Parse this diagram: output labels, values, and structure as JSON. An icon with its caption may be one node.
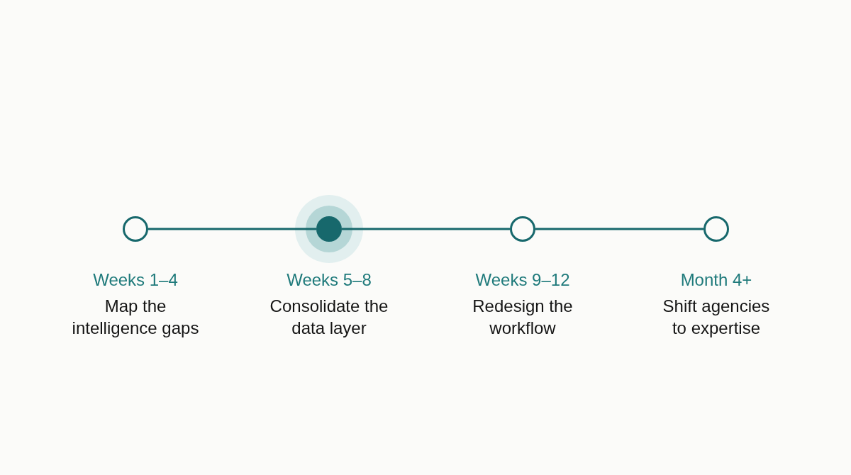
{
  "diagram": {
    "nodes": [
      {
        "text": [],
        "shape": "circle",
        "beside": [
          "Weeks 1–4",
          "Map the intelligence gaps"
        ]
      },
      {
        "text": [],
        "shape": "dot",
        "beside": [
          "Weeks 5–8",
          "Consolidate the data layer"
        ]
      },
      {
        "text": [],
        "shape": "circle",
        "beside": [
          "Weeks 9–12",
          "Redesign the workflow"
        ]
      },
      {
        "text": [],
        "shape": "circle",
        "beside": [
          "Month 4+",
          "Shift agencies to expertise"
        ]
      }
    ],
    "edges": [
      {
        "from": 0,
        "to": 1,
        "arrow": "none"
      },
      {
        "from": 1,
        "to": 2,
        "arrow": "none"
      },
      {
        "from": 2,
        "to": 3,
        "arrow": "none"
      }
    ]
  }
}
